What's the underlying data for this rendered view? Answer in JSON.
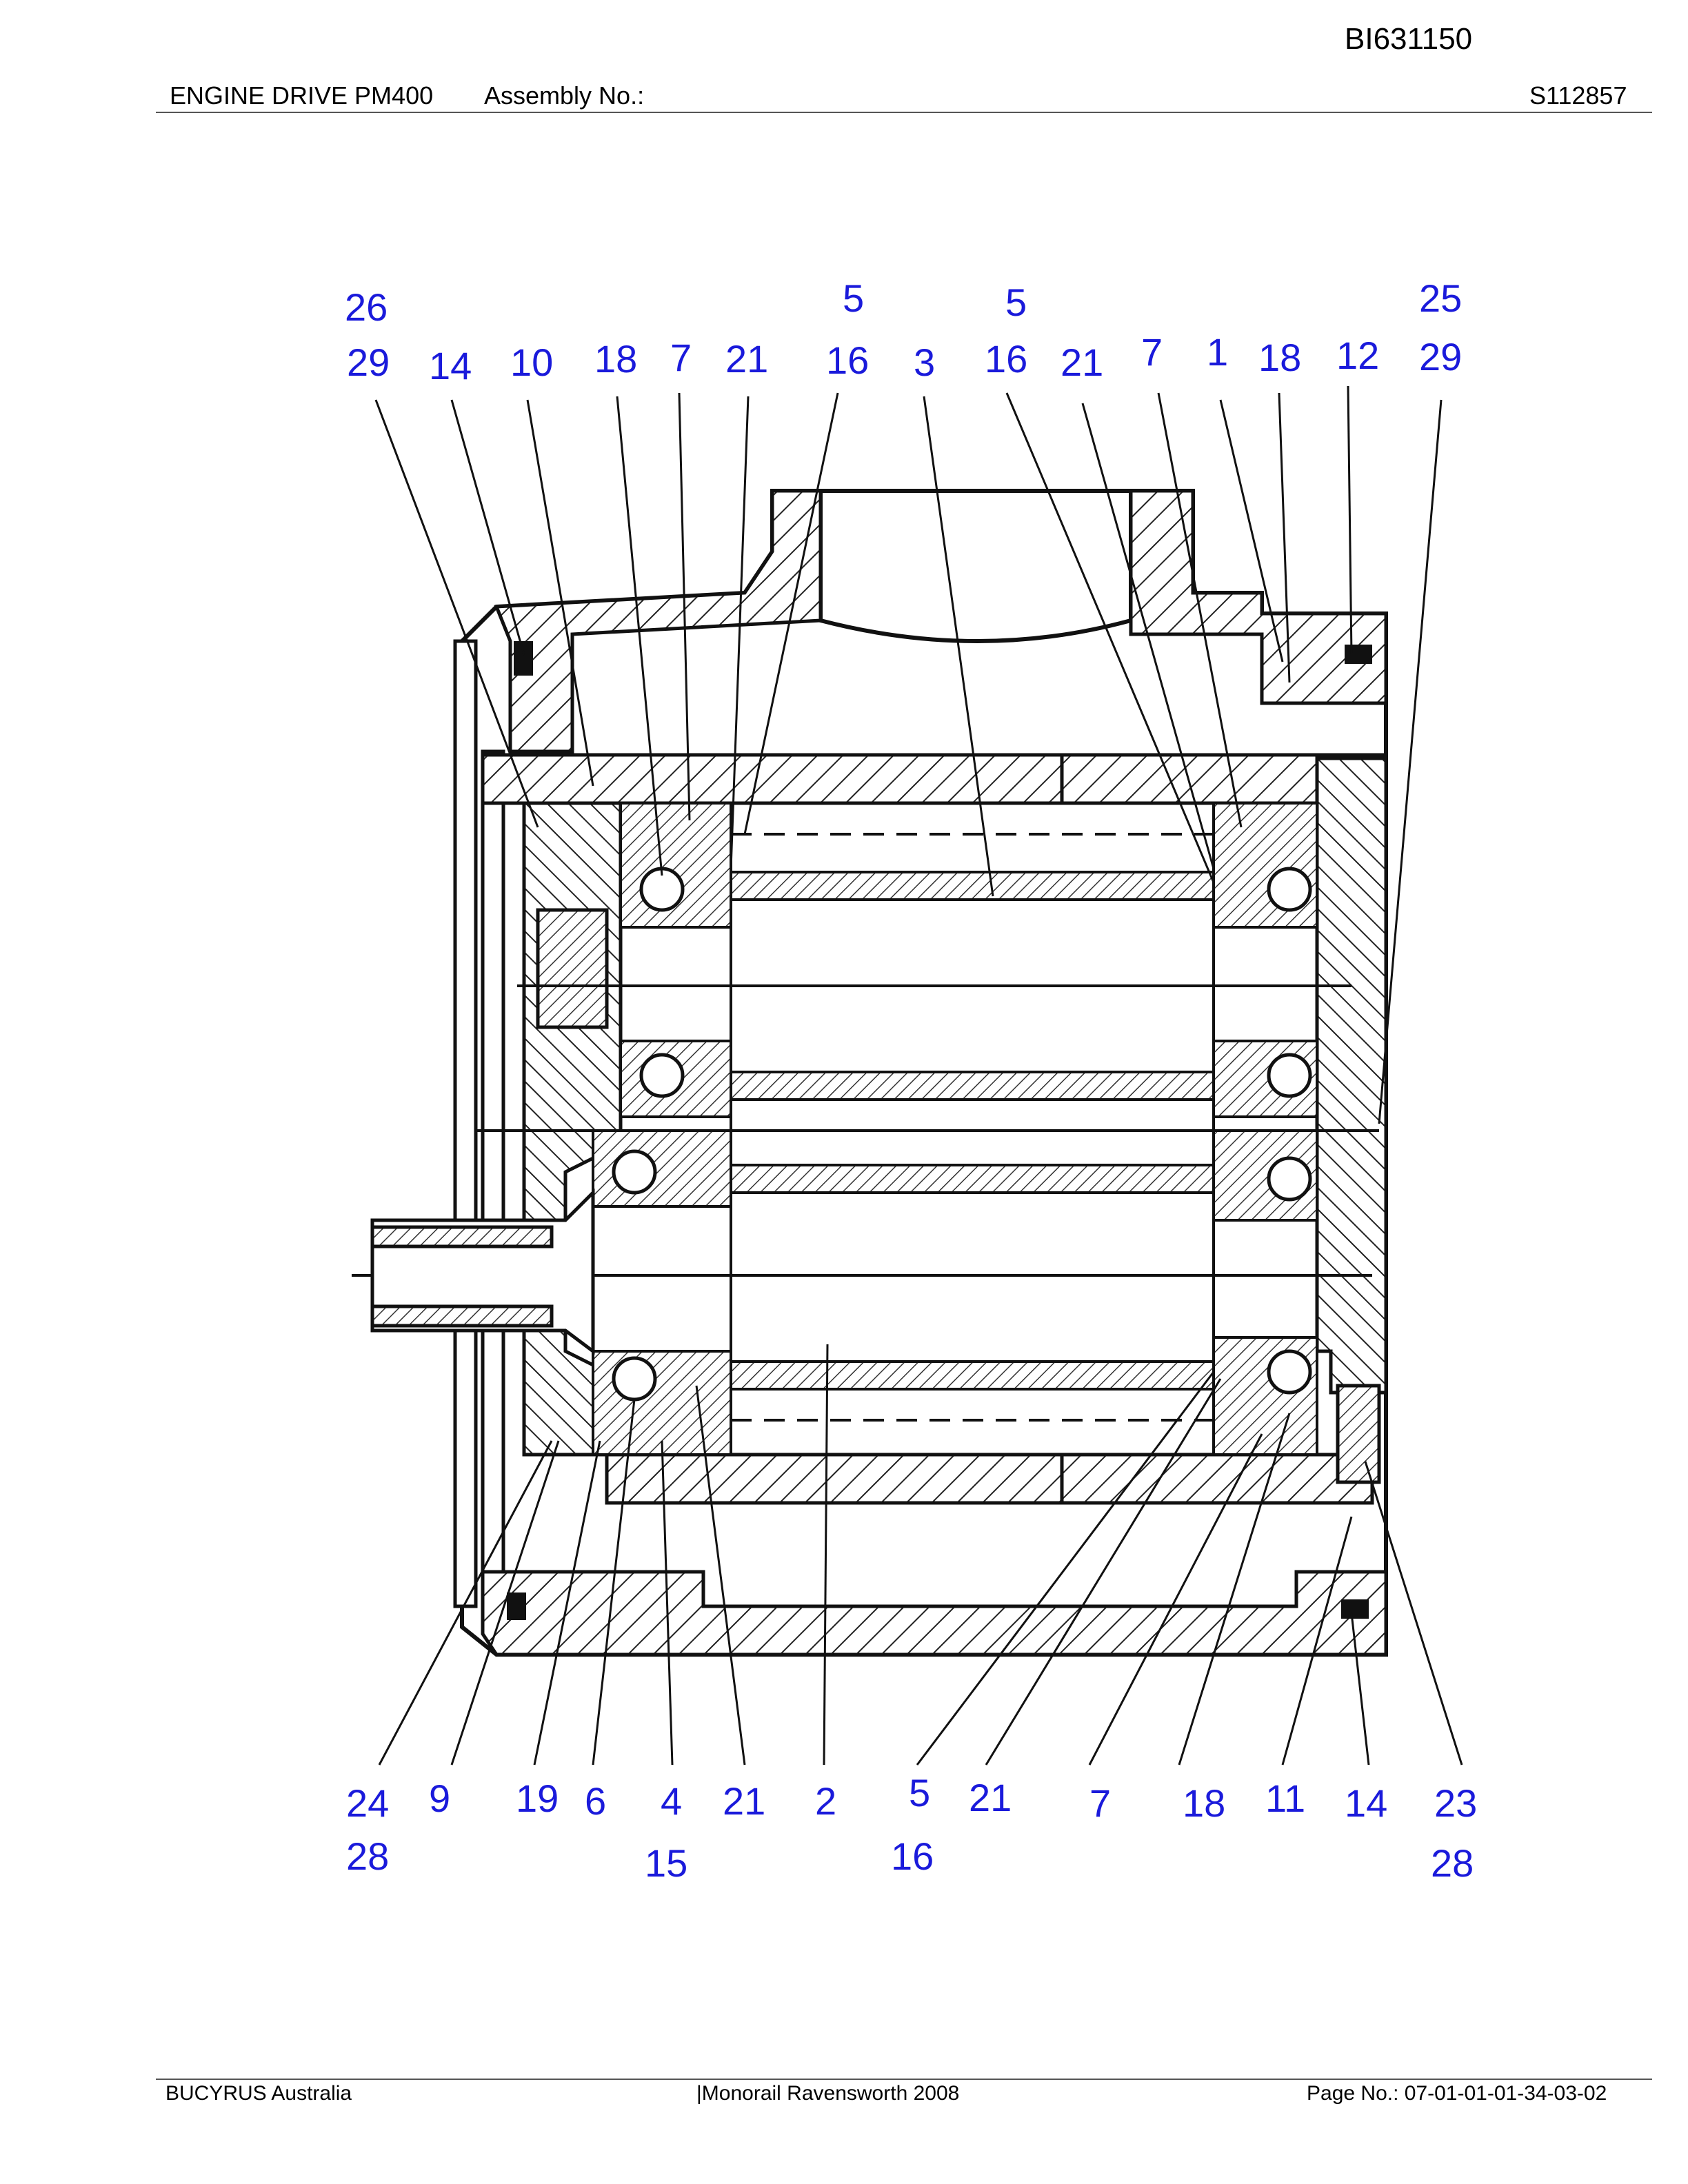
{
  "header": {
    "doc_id": "BI631150",
    "title": "ENGINE DRIVE PM400",
    "assembly_label": "Assembly No.:",
    "assembly_code": "S112857"
  },
  "footer": {
    "company": "BUCYRUS Australia",
    "project": "|Monorail Ravensworth 2008",
    "page": "Page No.:   07-01-01-01-34-03-02"
  },
  "callouts": {
    "top_row1": [
      "26",
      "5",
      "5",
      "25"
    ],
    "top_row2": [
      "29",
      "14",
      "10",
      "18",
      "7",
      "21",
      "16",
      "3",
      "16",
      "21",
      "7",
      "1",
      "18",
      "12",
      "29"
    ],
    "bottom_row1": [
      "24",
      "9",
      "19",
      "6",
      "4",
      "21",
      "2",
      "5",
      "21",
      "7",
      "18",
      "11",
      "14",
      "23"
    ],
    "bottom_row2": [
      "28",
      "15",
      "16",
      "28"
    ]
  }
}
